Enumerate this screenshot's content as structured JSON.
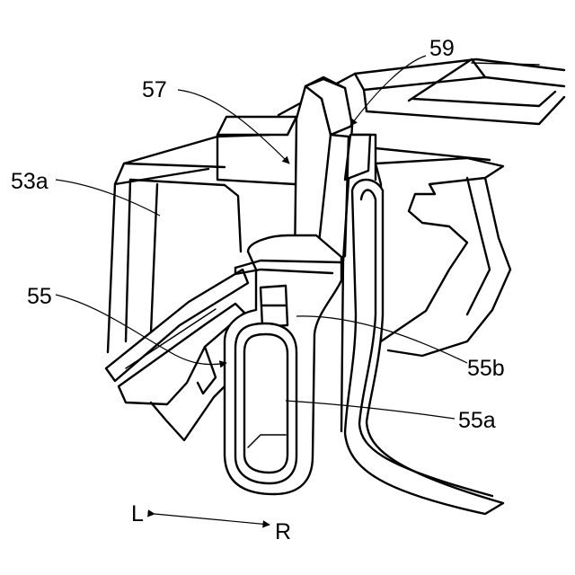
{
  "labels": {
    "ref_59": "59",
    "ref_57": "57",
    "ref_53a": "53a",
    "ref_55": "55",
    "ref_55b": "55b",
    "ref_55a": "55a"
  },
  "direction": {
    "left": "L",
    "right": "R"
  }
}
